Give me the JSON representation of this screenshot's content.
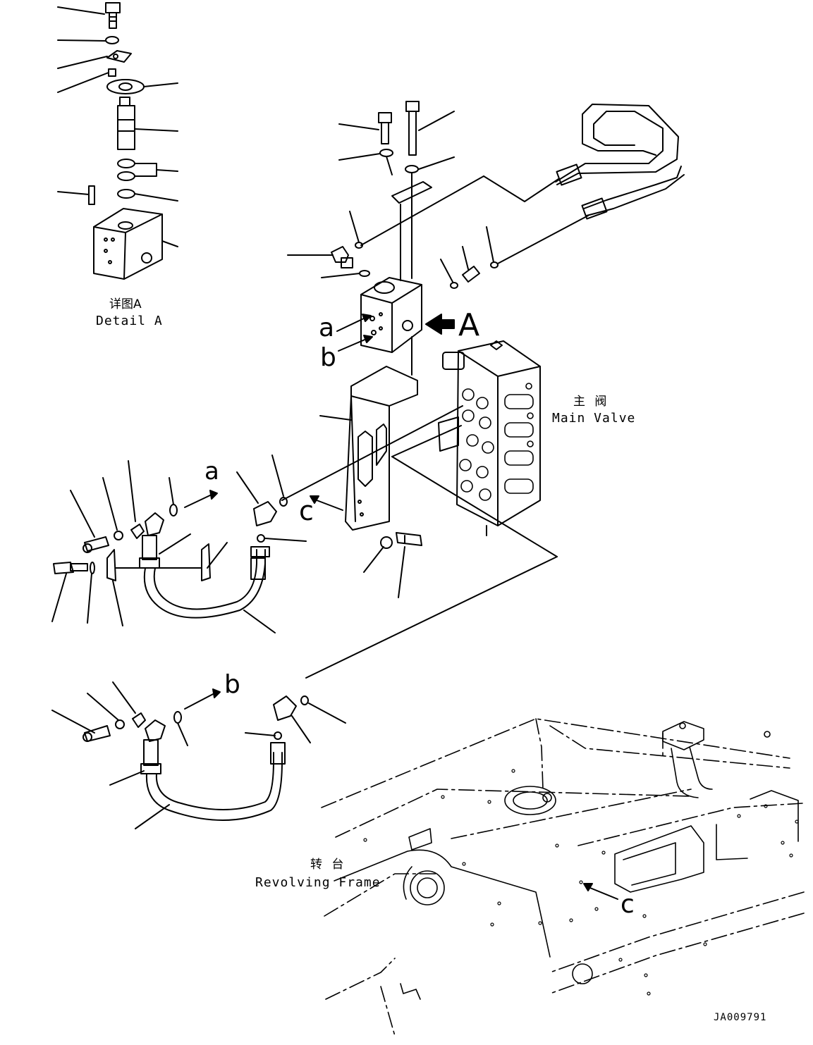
{
  "detail": {
    "title_cn": "详图A",
    "title_en": "Detail A"
  },
  "main_valve": {
    "cn": "主 阀",
    "en": "Main Valve"
  },
  "revolving_frame": {
    "cn": "转 台",
    "en": "Revolving Frame"
  },
  "markers": {
    "view_a": "A",
    "port_a": "a",
    "port_b": "b",
    "view_c": "c",
    "arrow_a": "a",
    "arrow_b": "b",
    "view_c_frame": "c"
  },
  "drawing_id": "JA009791",
  "colors": {
    "ink": "#000000",
    "paper": "#ffffff"
  }
}
